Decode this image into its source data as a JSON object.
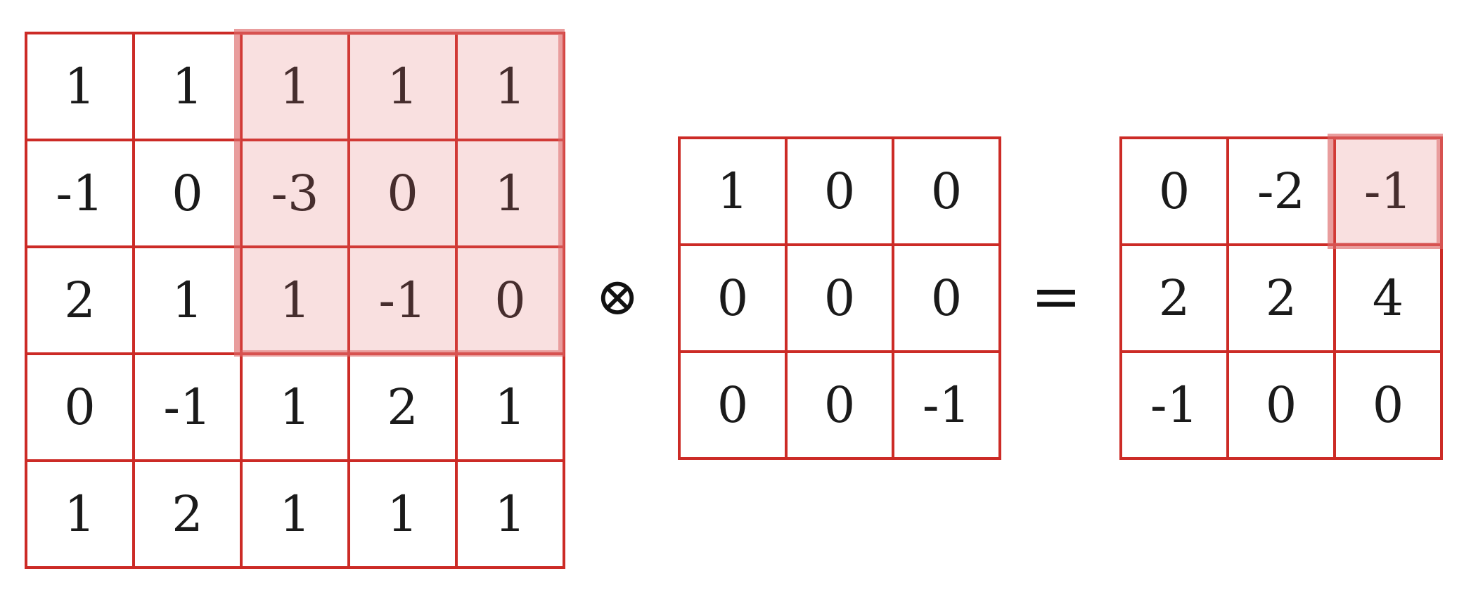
{
  "figure": {
    "type": "convolution-illustration",
    "accent_color": "#cc2b26",
    "highlight_fill": "#f7e5e5",
    "highlight_border": "#e08b8b",
    "highlight_text_color": "#5a4848",
    "text_color": "#1a1a1a",
    "background": "#ffffff"
  },
  "operators": {
    "convolution": "⊗",
    "equals": "="
  },
  "input_matrix": {
    "label": "input-matrix",
    "rows": 5,
    "cols": 5,
    "values": [
      [
        "1",
        "1",
        "1",
        "1",
        "1"
      ],
      [
        "-1",
        "0",
        "-3",
        "0",
        "1"
      ],
      [
        "2",
        "1",
        "1",
        "-1",
        "0"
      ],
      [
        "0",
        "-1",
        "1",
        "2",
        "1"
      ],
      [
        "1",
        "2",
        "1",
        "1",
        "1"
      ]
    ],
    "highlight": {
      "row_start": 1,
      "row_end": 3,
      "col_start": 3,
      "col_end": 5
    }
  },
  "kernel_matrix": {
    "label": "kernel-matrix",
    "rows": 3,
    "cols": 3,
    "values": [
      [
        "1",
        "0",
        "0"
      ],
      [
        "0",
        "0",
        "0"
      ],
      [
        "0",
        "0",
        "-1"
      ]
    ]
  },
  "output_matrix": {
    "label": "output-matrix",
    "rows": 3,
    "cols": 3,
    "values": [
      [
        "0",
        "-2",
        "-1"
      ],
      [
        "2",
        "2",
        "4"
      ],
      [
        "-1",
        "0",
        "0"
      ]
    ],
    "highlight": {
      "row_start": 1,
      "row_end": 1,
      "col_start": 3,
      "col_end": 3
    }
  }
}
